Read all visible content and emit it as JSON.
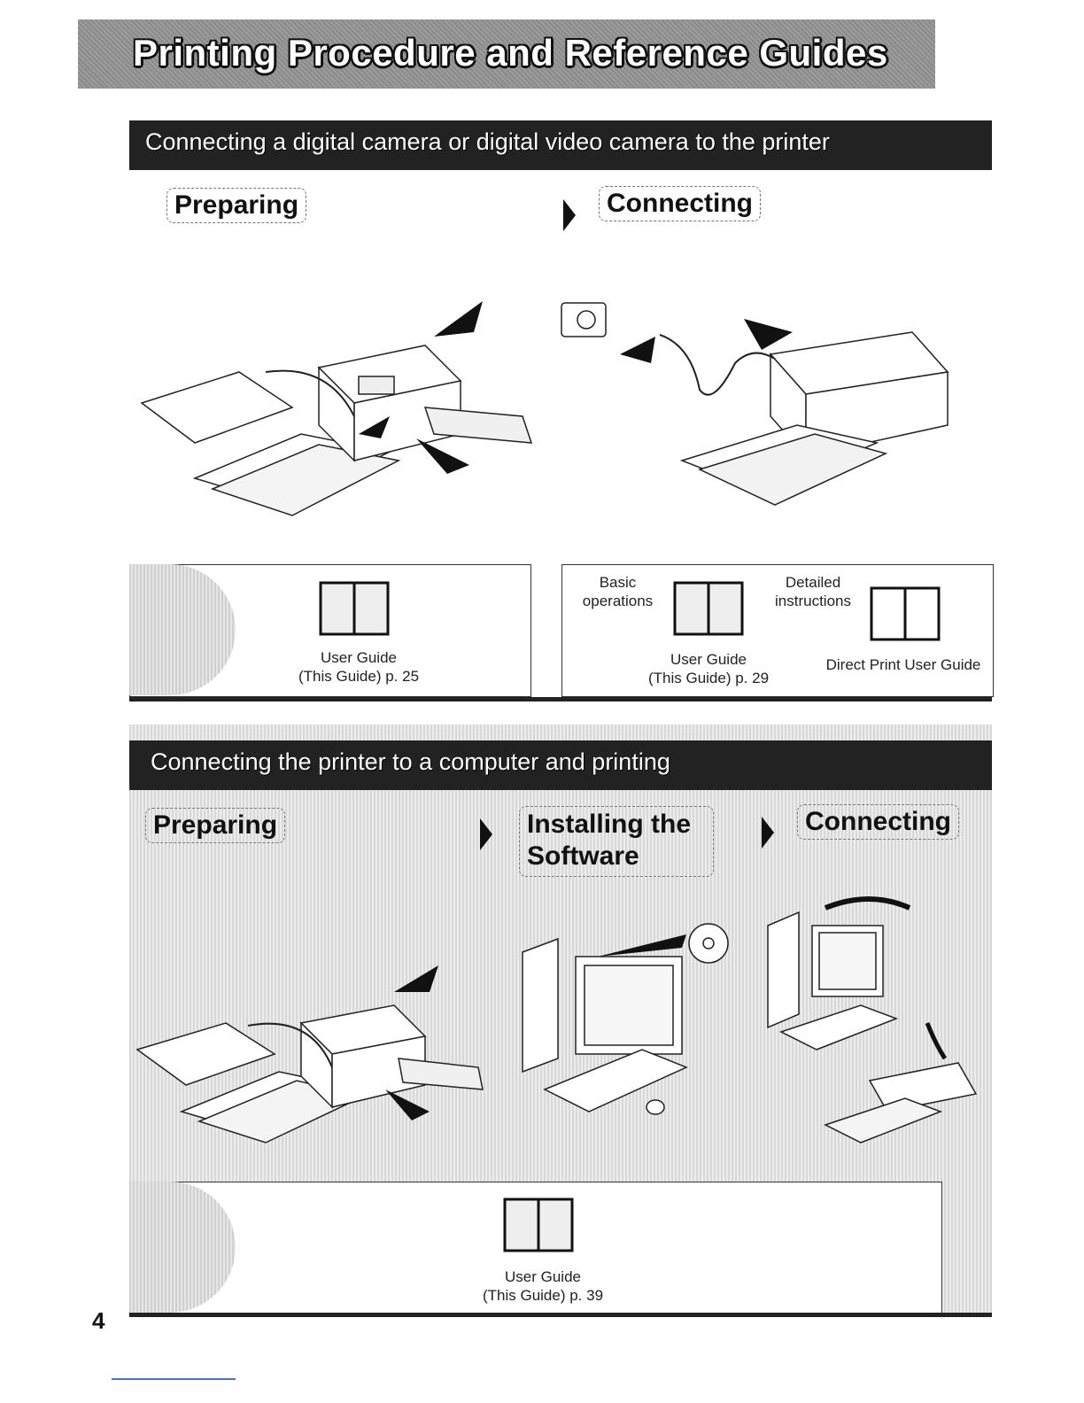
{
  "page": {
    "title": "Printing Procedure and Reference Guides",
    "page_number": "4"
  },
  "section1": {
    "heading": "Connecting a digital camera or digital video camera to the printer",
    "step1": "Preparing",
    "step2": "Connecting",
    "ref_left": {
      "caption_line1": "User Guide",
      "caption_line2": "(This Guide) p. 25"
    },
    "ref_right": {
      "basic_line1": "Basic",
      "basic_line2": "operations",
      "detailed_line1": "Detailed",
      "detailed_line2": "instructions",
      "guide1_line1": "User Guide",
      "guide1_line2": "(This Guide) p. 29",
      "guide2": "Direct Print User Guide"
    }
  },
  "section2": {
    "heading": "Connecting the printer to a computer and printing",
    "step1": "Preparing",
    "step2_line1": "Installing the",
    "step2_line2": "Software",
    "step3": "Connecting",
    "ref": {
      "caption_line1": "User Guide",
      "caption_line2": "(This Guide) p. 39"
    }
  }
}
